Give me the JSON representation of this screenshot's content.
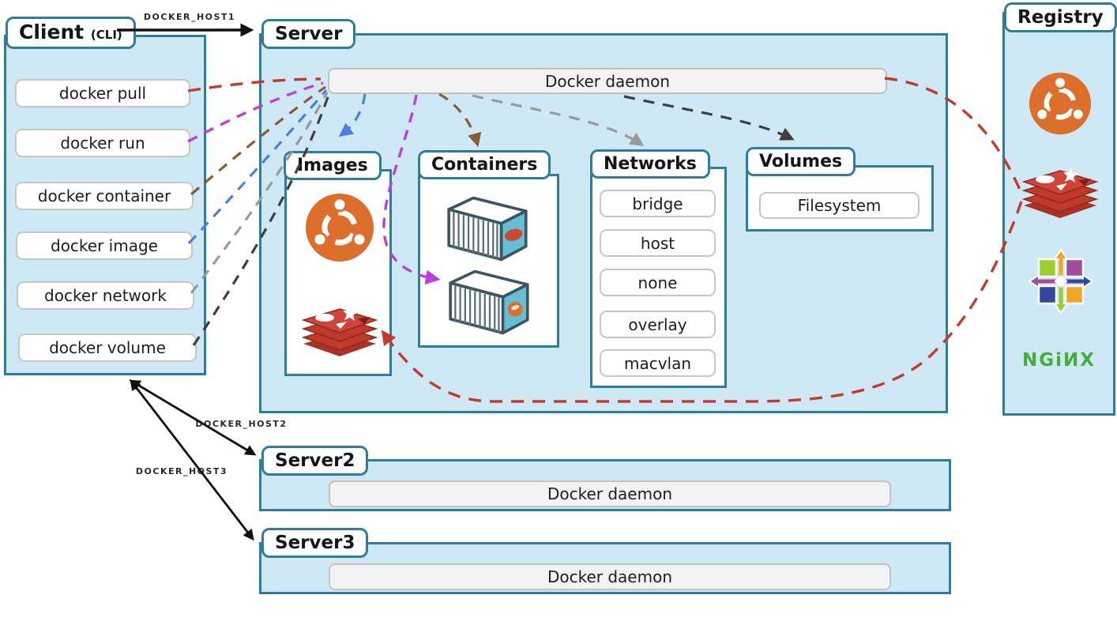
{
  "client": {
    "title": "Client",
    "subtitle": "(CLI)",
    "commands": [
      "docker pull",
      "docker run",
      "docker container",
      "docker image",
      "docker network",
      "docker volume"
    ]
  },
  "server": {
    "title": "Server",
    "daemon_label": "Docker daemon",
    "images": {
      "title": "Images",
      "icons": [
        "ubuntu-logo",
        "redis-logo"
      ]
    },
    "containers": {
      "title": "Containers",
      "icons": [
        "container",
        "container"
      ]
    },
    "networks": {
      "title": "Networks",
      "types": [
        "bridge",
        "host",
        "none",
        "overlay",
        "macvlan"
      ]
    },
    "volumes": {
      "title": "Volumes",
      "items": [
        "Filesystem"
      ]
    }
  },
  "registry": {
    "title": "Registry",
    "logos": [
      "ubuntu-logo",
      "redis-logo",
      "centos-logo",
      "nginx-logo"
    ],
    "nginx_text": "NGiИX"
  },
  "servers": [
    {
      "title": "Server2",
      "daemon_label": "Docker daemon"
    },
    {
      "title": "Server3",
      "daemon_label": "Docker daemon"
    }
  ],
  "connections": {
    "host1_label": "DOCKER_HOST1",
    "host2_label": "DOCKER_HOST2",
    "host3_label": "DOCKER_HOST3"
  },
  "colors": {
    "box_fill": "#cfe8f5",
    "box_border": "#2e7d9c",
    "pull_red": "#c23b2e",
    "run_purple": "#bb3fe0",
    "container_brown": "#8a5a32",
    "image_blue": "#4a7fe0",
    "network_gray": "#9a9a9a",
    "volume_black": "#3f3f3f",
    "ubuntu_orange": "#dd6f2d",
    "redis_red": "#c0392b",
    "nginx_green": "#3fae3a"
  }
}
